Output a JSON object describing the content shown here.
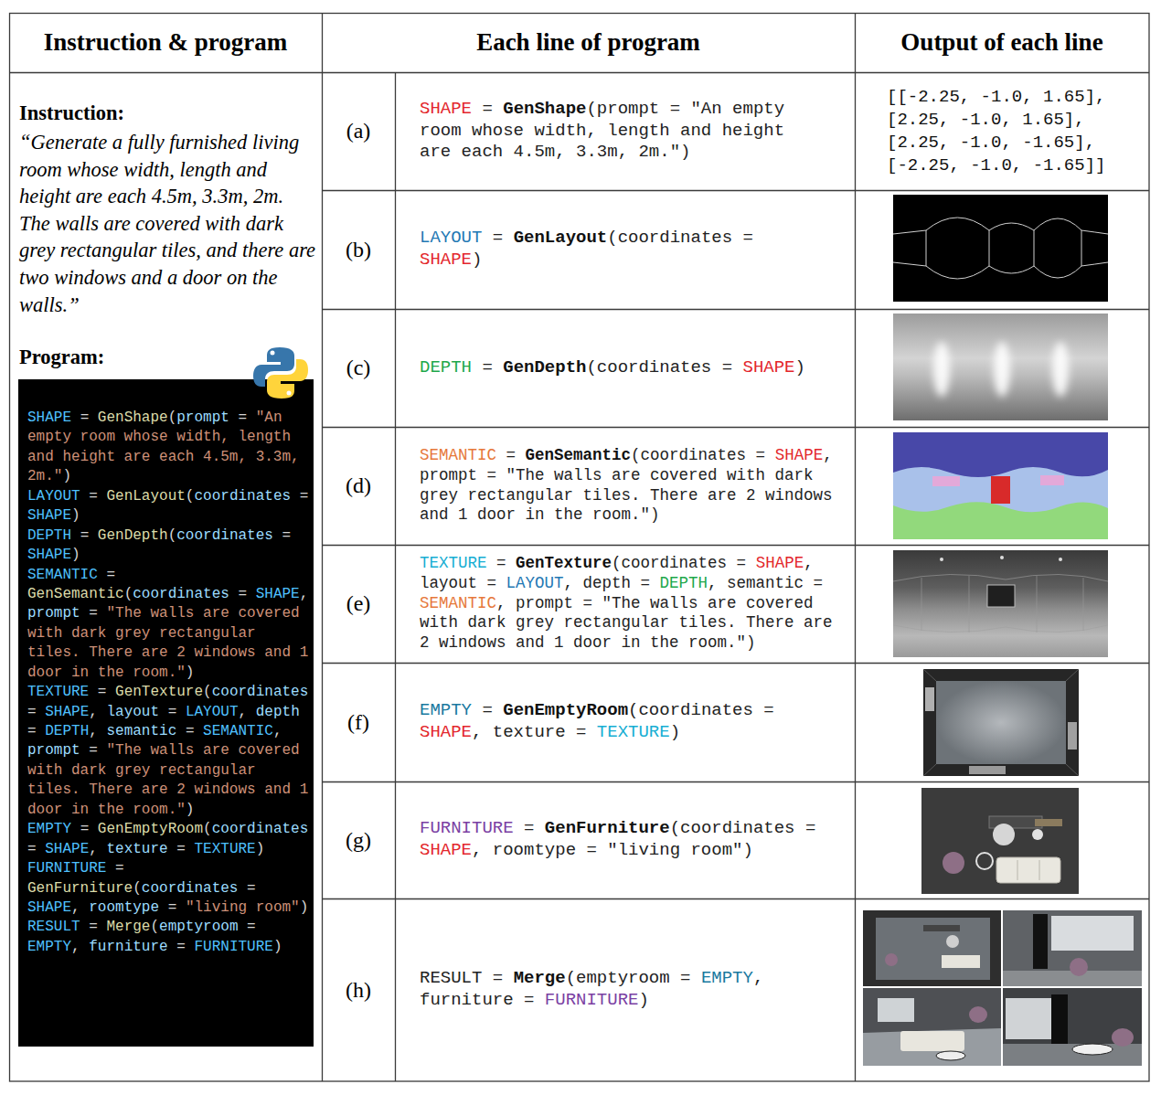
{
  "diagram": {
    "labels": [
      "Instruction & program",
      "Each line of program",
      "Output of each line",
      "Instruction:",
      "“Generate a fully furnished living room whose width, length and height are each 4.5m, 3.3m, 2m. The walls are covered with dark grey rectangular tiles, and there are two windows and a door on the walls.”",
      "Program:",
      "SHAPE",
      "=",
      "GenShape",
      "(",
      "prompt",
      "=",
      "\"An empty room whose width, length and height are each 4.5m, 3.3m, 2m.\"",
      ")",
      "LAYOUT",
      "=",
      "GenLayout",
      "(",
      "coordinates",
      "=",
      "SHAPE",
      ")",
      "DEPTH",
      "=",
      "GenDepth",
      "(",
      "coordinates",
      "=",
      "SHAPE",
      ")",
      "SEMANTIC",
      "=",
      "GenSemantic",
      "(",
      "coordinates",
      "=",
      "SHAPE",
      ",",
      "prompt",
      "=",
      "\"The walls are covered with dark grey rectangular tiles. There are 2 windows and 1 door in the room.\"",
      ")",
      "TEXTURE",
      "=",
      "GenTexture",
      "(",
      "coordinates",
      "=",
      "SHAPE",
      ",",
      "layout",
      "=",
      "LAYOUT",
      ",",
      "depth",
      "=",
      "DEPTH",
      ",",
      "semantic",
      "=",
      "SEMANTIC",
      ",",
      "prompt",
      "=",
      "\"The walls are covered with dark grey rectangular tiles. There are 2 windows and 1 door in the room.\"",
      ")",
      "EMPTY",
      "=",
      "GenEmptyRoom",
      "(",
      "coordinates",
      "=",
      "SHAPE",
      ",",
      "texture",
      "=",
      "TEXTURE",
      ")",
      "FURNITURE",
      "=",
      "GenFurniture",
      "(",
      "coordinates",
      "=",
      "SHAPE",
      ",",
      "roomtype",
      "=",
      "\"living room\"",
      ")",
      "RESULT",
      "=",
      "Merge",
      "(",
      "emptyroom",
      "=",
      "EMPTY",
      ",",
      "furniture",
      "=",
      "FURNITURE",
      ")",
      "(a)",
      "SHAPE",
      "=",
      "GenShape",
      "(prompt = \"An empty room whose width, length and height are each 4.5m, 3.3m, 2m.\")",
      "[[-2.25, -1.0, 1.65], [2.25, -1.0, 1.65], [2.25, -1.0, -1.65], [-2.25, -1.0, -1.65]]",
      "(b)",
      "LAYOUT",
      "=",
      "GenLayout",
      "(coordinates =",
      "SHAPE",
      ")",
      "(c)",
      "DEPTH",
      "=",
      "GenDepth",
      "(coordinates =",
      "SHAPE",
      ")",
      "(d)",
      "SEMANTIC",
      "=",
      "GenSemantic",
      "(coordinates =",
      "SHAPE",
      ", prompt = \"The walls are covered with dark grey rectangular tiles. There are 2 windows and 1 door in the room.\")",
      "(e)",
      "TEXTURE",
      "=",
      "GenTexture",
      "(coordinates =",
      "SHAPE",
      ", layout =",
      "LAYOUT",
      ", depth =",
      "DEPTH",
      ", semantic =",
      "SEMANTIC",
      ", prompt = \"The walls are covered with dark grey rectangular tiles. There are 2 windows and 1 door in the room.\")",
      "(f)",
      "EMPTY",
      "=",
      "GenEmptyRoom",
      "(coordinates =",
      "SHAPE",
      ", texture =",
      "TEXTURE",
      ")",
      "(g)",
      "FURNITURE",
      "=",
      "GenFurniture",
      "(coordinates =",
      "SHAPE",
      ", roomtype = \"living room\")",
      "(h)",
      "RESULT",
      "=",
      "Merge",
      "(emptyroom =",
      "EMPTY",
      ", furniture =",
      "FURNITURE",
      ")"
    ]
  }
}
